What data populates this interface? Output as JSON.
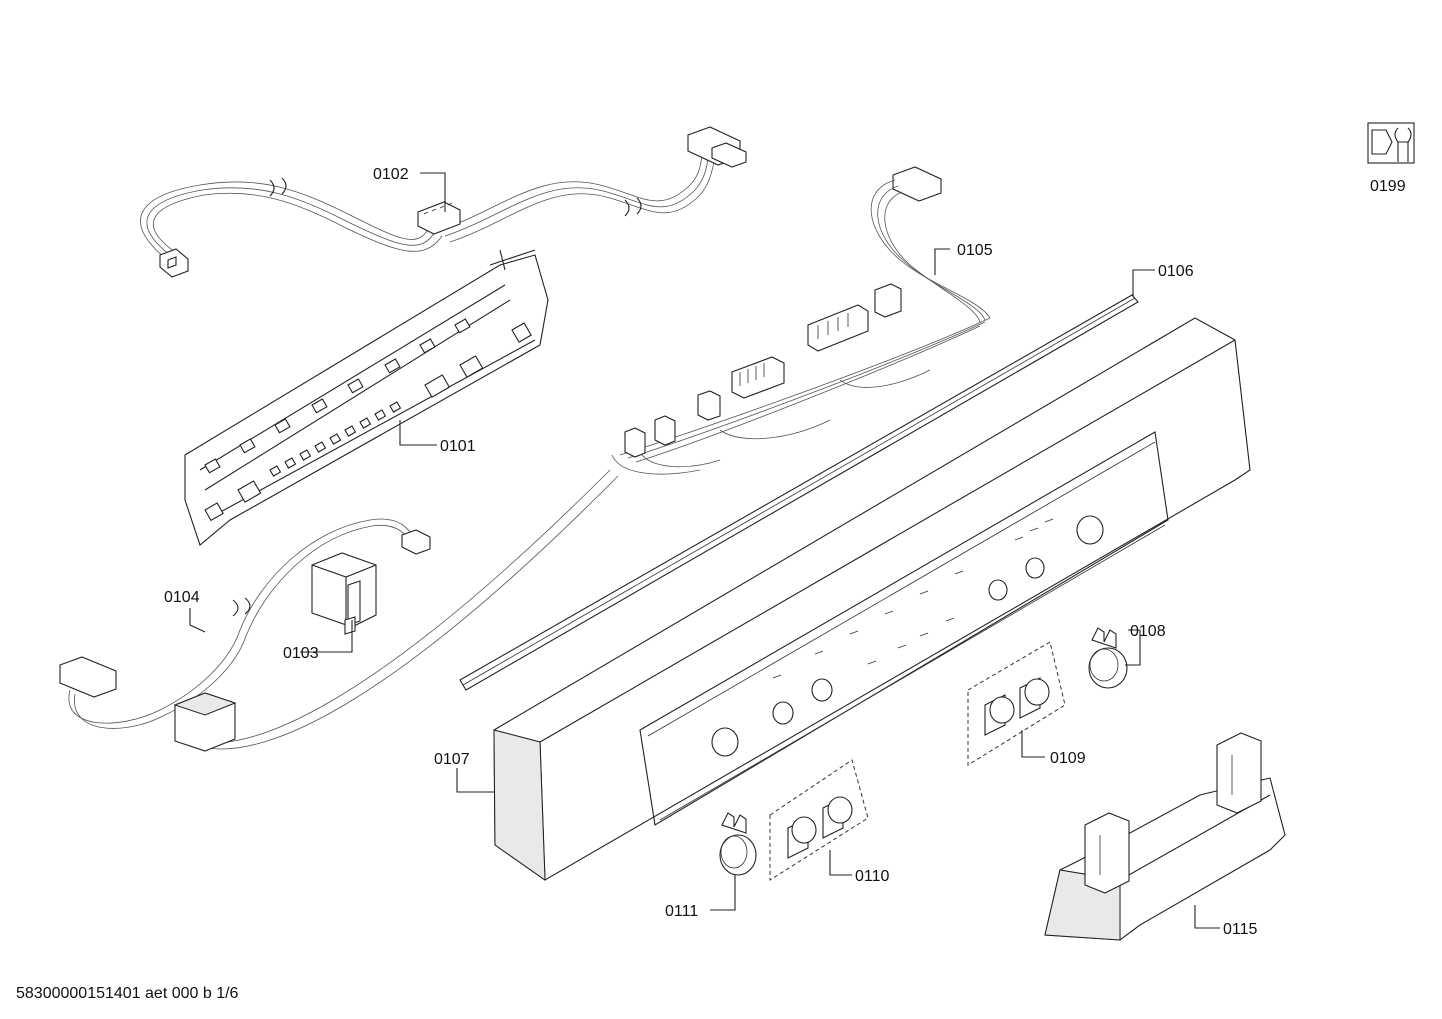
{
  "parts": {
    "p0101": "0101",
    "p0102": "0102",
    "p0103": "0103",
    "p0104": "0104",
    "p0105": "0105",
    "p0106": "0106",
    "p0107": "0107",
    "p0108": "0108",
    "p0109": "0109",
    "p0110": "0110",
    "p0111": "0111",
    "p0115": "0115",
    "p0199": "0199"
  },
  "footer": "58300000151401 aet 000 b 1/6",
  "icons": {
    "service_symbol": "wrench-nut-icon"
  }
}
